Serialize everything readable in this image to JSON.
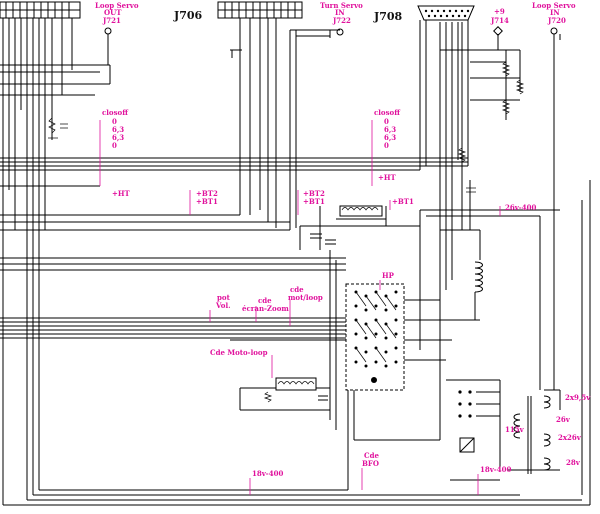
{
  "connectors": {
    "loop_servo_out": {
      "title": "Loop Servo",
      "sub": "OUT",
      "ref": "J721"
    },
    "j706": {
      "ref": "J706"
    },
    "turn_servo_in": {
      "title": "Turn Servo",
      "sub": "IN",
      "ref": "J722"
    },
    "j708": {
      "ref": "J708"
    },
    "plus9": {
      "title": "+9",
      "ref": "J714"
    },
    "loop_servo_in": {
      "title": "Loop Servo",
      "sub": "IN",
      "ref": "J720"
    }
  },
  "voltage_groups": {
    "left": {
      "title": "closoff",
      "values": [
        "0",
        "6,3",
        "6,3",
        "0"
      ]
    },
    "right": {
      "title": "closoff",
      "values": [
        "0",
        "6,3",
        "6,3",
        "0"
      ]
    }
  },
  "labels": {
    "ht_1": "+HT",
    "ht_2": "+HT",
    "bt2_a": "+BT2",
    "bt1_a": "+BT1",
    "bt2_b": "+BT2",
    "bt1_b": "+BT1",
    "bt1_c": "+BT1",
    "v26_400": "26v-400",
    "hp": "HP",
    "pot": "pot",
    "vol": "Vol.",
    "cde_ecran": "cde",
    "cde_ecran_2": "écran-Zoom",
    "cde_mot": "cde",
    "cde_mot_2": "mot/loop",
    "cde_moto_loop": "Cde Moto-loop",
    "cde_bfo": "Cde",
    "cde_bfo_2": "BFO",
    "v18_400_a": "18v-400",
    "v18_400_b": "18v-400",
    "v115": "115v",
    "v2x9": "2x9,5v",
    "v26": "26v",
    "v2x26": "2x26v",
    "v28": "28v"
  }
}
